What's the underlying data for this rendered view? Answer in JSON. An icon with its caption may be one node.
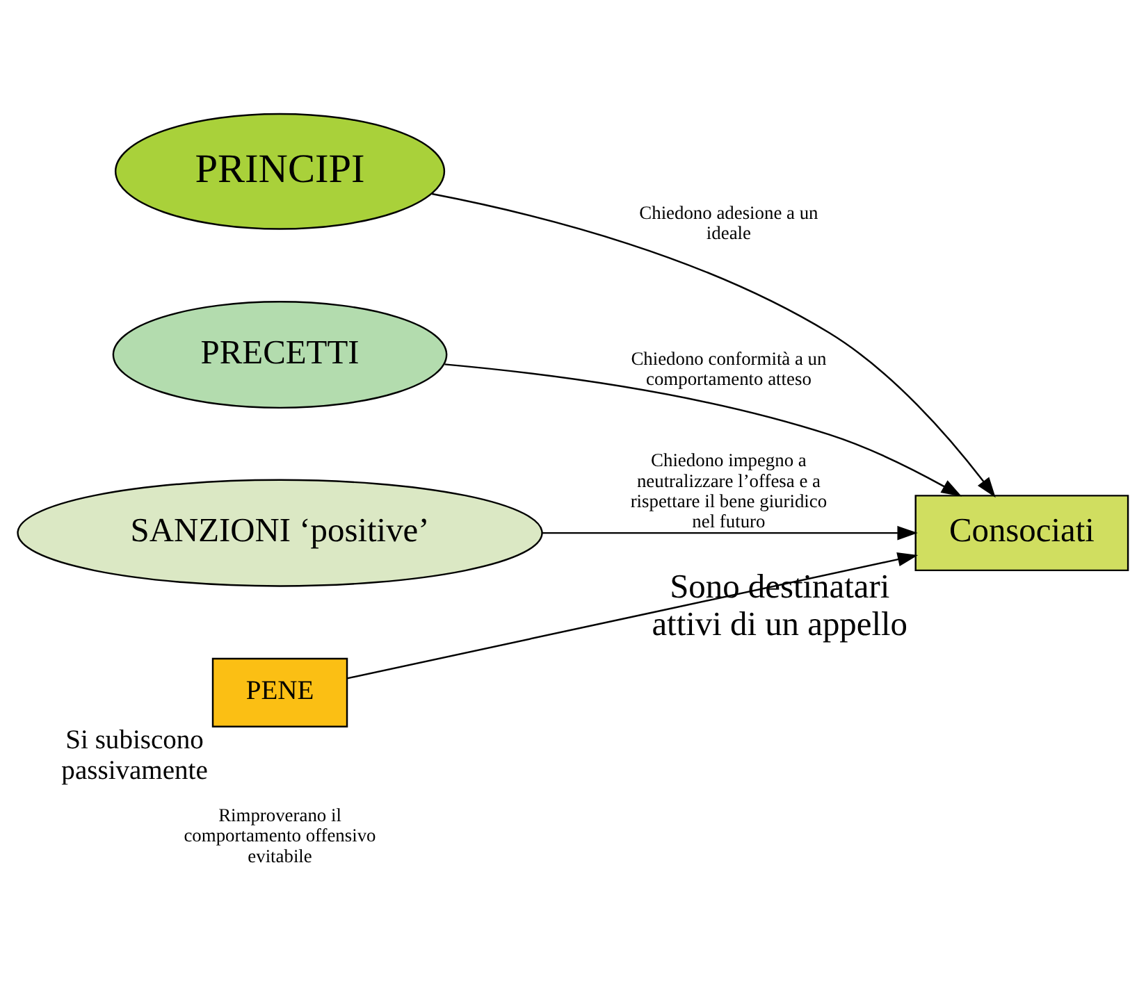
{
  "diagram": {
    "nodes": [
      {
        "text": [
          "PRINCIPI"
        ]
      },
      {
        "text": [
          "PRECETTI"
        ]
      },
      {
        "text": [
          "SANZIONI ‘positive’"
        ]
      },
      {
        "text": [
          "Consociati"
        ],
        "beside": [
          "Sono destinatari attivi di un appello"
        ]
      },
      {
        "text": [
          "PENE"
        ],
        "beside": [
          "Si subiscono passivamente"
        ]
      }
    ],
    "edges": [
      {
        "from": 0,
        "to": 3,
        "arrow": "to",
        "label": "Chiedono adesione a un ideale"
      },
      {
        "from": 1,
        "to": 3,
        "arrow": "to",
        "label": "Chiedono conformità a un comportamento atteso"
      },
      {
        "from": 2,
        "to": 3,
        "arrow": "to",
        "label": "Chiedono impegno a neutralizzare l’offesa e a rispettare il bene giuridico nel futuro"
      },
      {
        "from": 4,
        "to": 3,
        "arrow": "to"
      }
    ],
    "labels": [
      "Rimproverano il comportamento offensivo evitabile"
    ]
  }
}
